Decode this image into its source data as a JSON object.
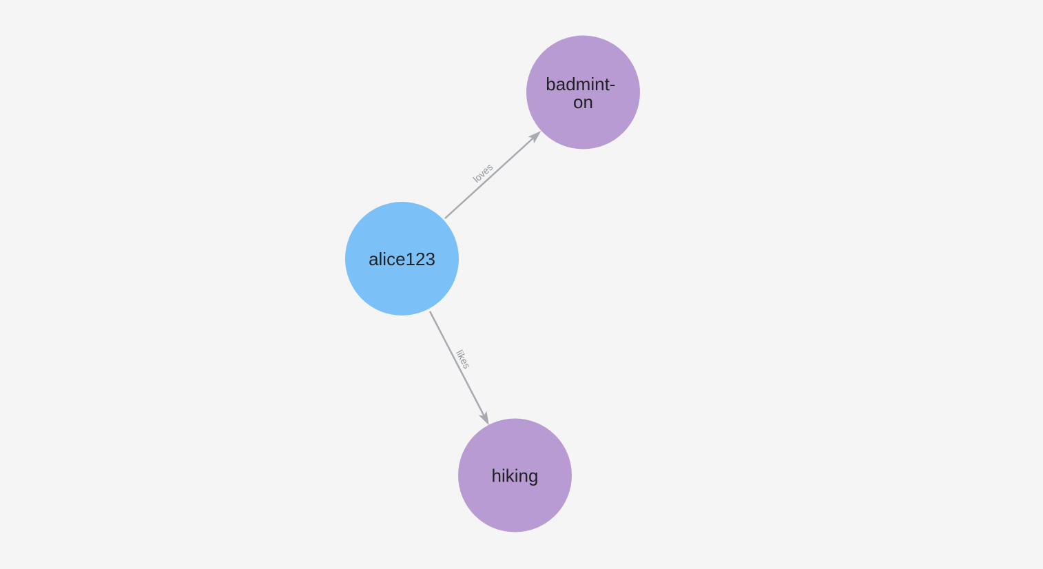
{
  "page": {
    "background": "#F4F5F4"
  },
  "graph": {
    "node_text_color": "#1E2023",
    "edge_color": "#A7AAB0",
    "edge_label_color": "#8F939B",
    "nodes": [
      {
        "id": "alice123",
        "label": "alice123",
        "display_lines": [
          "alice123"
        ],
        "color": "#7CC0F8"
      },
      {
        "id": "badminton",
        "label": "badminton",
        "display_lines": [
          "badmint-",
          "on"
        ],
        "color": "#B99BD3"
      },
      {
        "id": "hiking",
        "label": "hiking",
        "display_lines": [
          "hiking"
        ],
        "color": "#B99BD3"
      }
    ],
    "edges": [
      {
        "from": "alice123",
        "to": "badminton",
        "label": "loves"
      },
      {
        "from": "alice123",
        "to": "hiking",
        "label": "likes"
      }
    ]
  }
}
